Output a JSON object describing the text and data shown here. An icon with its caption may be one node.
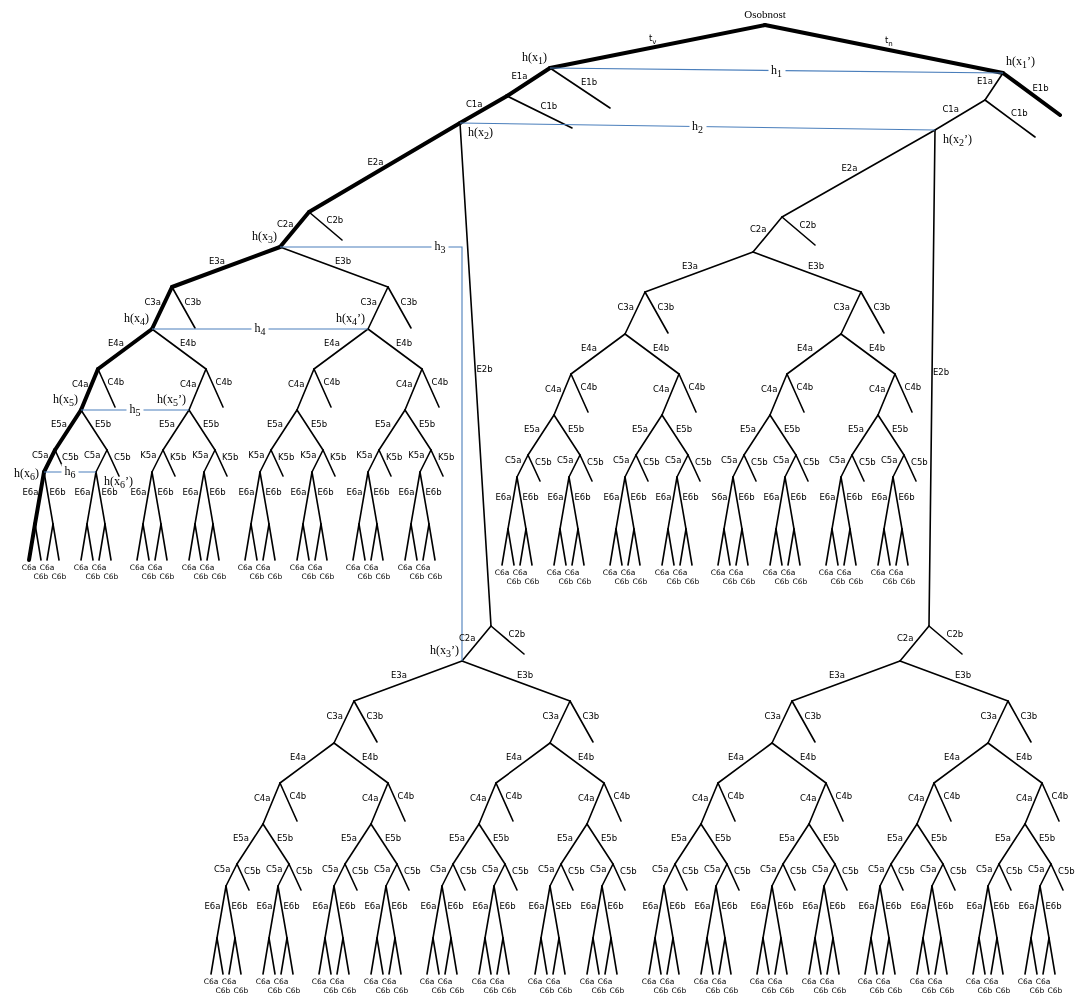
{
  "diagram": {
    "labels": [
      "Osobnost",
      "t$_{v}$",
      "t$_{n}$",
      "h(x$_{1}$)",
      "h$_{1}$",
      "h(x$_{1}$’)",
      "E1a",
      "E1b",
      "C1a",
      "C1b",
      "E1a",
      "E1b",
      "C1a",
      "C1b",
      "h(x$_{2}$)",
      "h$_{2}$",
      "h(x$_{2}$’)",
      "E2a",
      "E2b",
      "E2a",
      "E2b",
      "h(x$_{3}$)",
      "h$_{3}$",
      "h(x$_{3}$’)",
      "h(x$_{4}$)",
      "h$_{4}$",
      "h(x$_{4}$’)",
      "h(x$_{5}$)",
      "h$_{5}$",
      "h(x$_{5}$’)",
      "h(x$_{6}$)",
      "h$_{6}$",
      "h(x$_{6}$’)",
      "C2a",
      "C2b",
      "E3a",
      "E3b",
      "C3a",
      "C3b",
      "E4a",
      "E4b",
      "C4a",
      "C4b",
      "E5a",
      "E5b",
      "C5a",
      "C5b",
      "E6a",
      "E6b",
      "C6a",
      "C6b",
      "C6a",
      "C6b",
      "C5a",
      "C5b",
      "E6a",
      "E6b",
      "C6a",
      "C6b",
      "C6a",
      "C6b",
      "C4a",
      "C4b",
      "E5a",
      "E5b",
      "K5a",
      "K5b",
      "E6a",
      "E6b",
      "C6a",
      "C6b",
      "C6a",
      "C6b",
      "K5a",
      "K5b",
      "E6a",
      "E6b",
      "C6a",
      "C6b",
      "C6a",
      "C6b",
      "C3a",
      "C3b",
      "E4a",
      "E4b",
      "C4a",
      "C4b",
      "E5a",
      "E5b",
      "K5a",
      "K5b",
      "E6a",
      "E6b",
      "C6a",
      "C6b",
      "C6a",
      "C6b",
      "K5a",
      "K5b",
      "E6a",
      "E6b",
      "C6a",
      "C6b",
      "C6a",
      "C6b",
      "C4a",
      "C4b",
      "E5a",
      "E5b",
      "K5a",
      "K5b",
      "E6a",
      "E6b",
      "C6a",
      "C6b",
      "C6a",
      "C6b",
      "K5a",
      "K5b",
      "E6a",
      "E6b",
      "C6a",
      "C6b",
      "C6a",
      "C6b",
      "C2a",
      "C2b",
      "E3a",
      "E3b",
      "C3a",
      "C3b",
      "E4a",
      "E4b",
      "C4a",
      "C4b",
      "E5a",
      "E5b",
      "C5a",
      "C5b",
      "E6a",
      "E6b",
      "C6a",
      "C6b",
      "C6a",
      "C6b",
      "C5a",
      "C5b",
      "E6a",
      "E6b",
      "C6a",
      "C6b",
      "C6a",
      "C6b",
      "C4a",
      "C4b",
      "E5a",
      "E5b",
      "C5a",
      "C5b",
      "E6a",
      "E6b",
      "C6a",
      "C6b",
      "C6a",
      "C6b",
      "C5a",
      "C5b",
      "E6a",
      "E6b",
      "C6a",
      "C6b",
      "C6a",
      "C6b",
      "C3a",
      "C3b",
      "E4a",
      "E4b",
      "C4a",
      "C4b",
      "E5a",
      "E5b",
      "C5a",
      "C5b",
      "S6a",
      "E6b",
      "C6a",
      "C6b",
      "C6a",
      "C6b",
      "C5a",
      "C5b",
      "E6a",
      "E6b",
      "C6a",
      "C6b",
      "C6a",
      "C6b",
      "C4a",
      "C4b",
      "E5a",
      "E5b",
      "C5a",
      "C5b",
      "E6a",
      "E6b",
      "C6a",
      "C6b",
      "C6a",
      "C6b",
      "C5a",
      "C5b",
      "E6a",
      "E6b",
      "C6a",
      "C6b",
      "C6a",
      "C6b",
      "C2a",
      "C2b",
      "E3a",
      "E3b",
      "C3a",
      "C3b",
      "E4a",
      "E4b",
      "C4a",
      "C4b",
      "E5a",
      "E5b",
      "C5a",
      "C5b",
      "E6a",
      "E6b",
      "C6a",
      "C6b",
      "C6a",
      "C6b",
      "C5a",
      "C5b",
      "E6a",
      "E6b",
      "C6a",
      "C6b",
      "C6a",
      "C6b",
      "C4a",
      "C4b",
      "E5a",
      "E5b",
      "C5a",
      "C5b",
      "E6a",
      "E6b",
      "C6a",
      "C6b",
      "C6a",
      "C6b",
      "C5a",
      "C5b",
      "E6a",
      "E6b",
      "C6a",
      "C6b",
      "C6a",
      "C6b",
      "C3a",
      "C3b",
      "E4a",
      "E4b",
      "C4a",
      "C4b",
      "E5a",
      "E5b",
      "C5a",
      "C5b",
      "E6a",
      "E6b",
      "C6a",
      "C6b",
      "C6a",
      "C6b",
      "C5a",
      "C5b",
      "E6a",
      "E6b",
      "C6a",
      "C6b",
      "C6a",
      "C6b",
      "C4a",
      "C4b",
      "E5a",
      "E5b",
      "C5a",
      "C5b",
      "E6a",
      "SEb",
      "C6a",
      "C6b",
      "C6a",
      "C6b",
      "C5a",
      "C5b",
      "E6a",
      "E6b",
      "C6a",
      "C6b",
      "C6a",
      "C6b",
      "C2a",
      "C2b",
      "E3a",
      "E3b",
      "C3a",
      "C3b",
      "E4a",
      "E4b",
      "C4a",
      "C4b",
      "E5a",
      "E5b",
      "C5a",
      "C5b",
      "E6a",
      "E6b",
      "C6a",
      "C6b",
      "C6a",
      "C6b",
      "C5a",
      "C5b",
      "E6a",
      "E6b",
      "C6a",
      "C6b",
      "C6a",
      "C6b",
      "C4a",
      "C4b",
      "E5a",
      "E5b",
      "C5a",
      "C5b",
      "E6a",
      "E6b",
      "C6a",
      "C6b",
      "C6a",
      "C6b",
      "C5a",
      "C5b",
      "E6a",
      "E6b",
      "C6a",
      "C6b",
      "C6a",
      "C6b",
      "C3a",
      "C3b",
      "E4a",
      "E4b",
      "C4a",
      "C4b",
      "E5a",
      "E5b",
      "C5a",
      "C5b",
      "E6a",
      "E6b",
      "C6a",
      "C6b",
      "C6a",
      "C6b",
      "C5a",
      "C5b",
      "E6a",
      "E6b",
      "C6a",
      "C6b",
      "C6a",
      "C6b",
      "C4a",
      "C4b",
      "E5a",
      "E5b",
      "C5a",
      "C5b",
      "E6a",
      "E6b",
      "C6a",
      "C6b",
      "C6a",
      "C6b",
      "C5a",
      "C5b",
      "E6a",
      "E6b",
      "C6a",
      "C6b",
      "C6a",
      "C6b"
    ]
  }
}
